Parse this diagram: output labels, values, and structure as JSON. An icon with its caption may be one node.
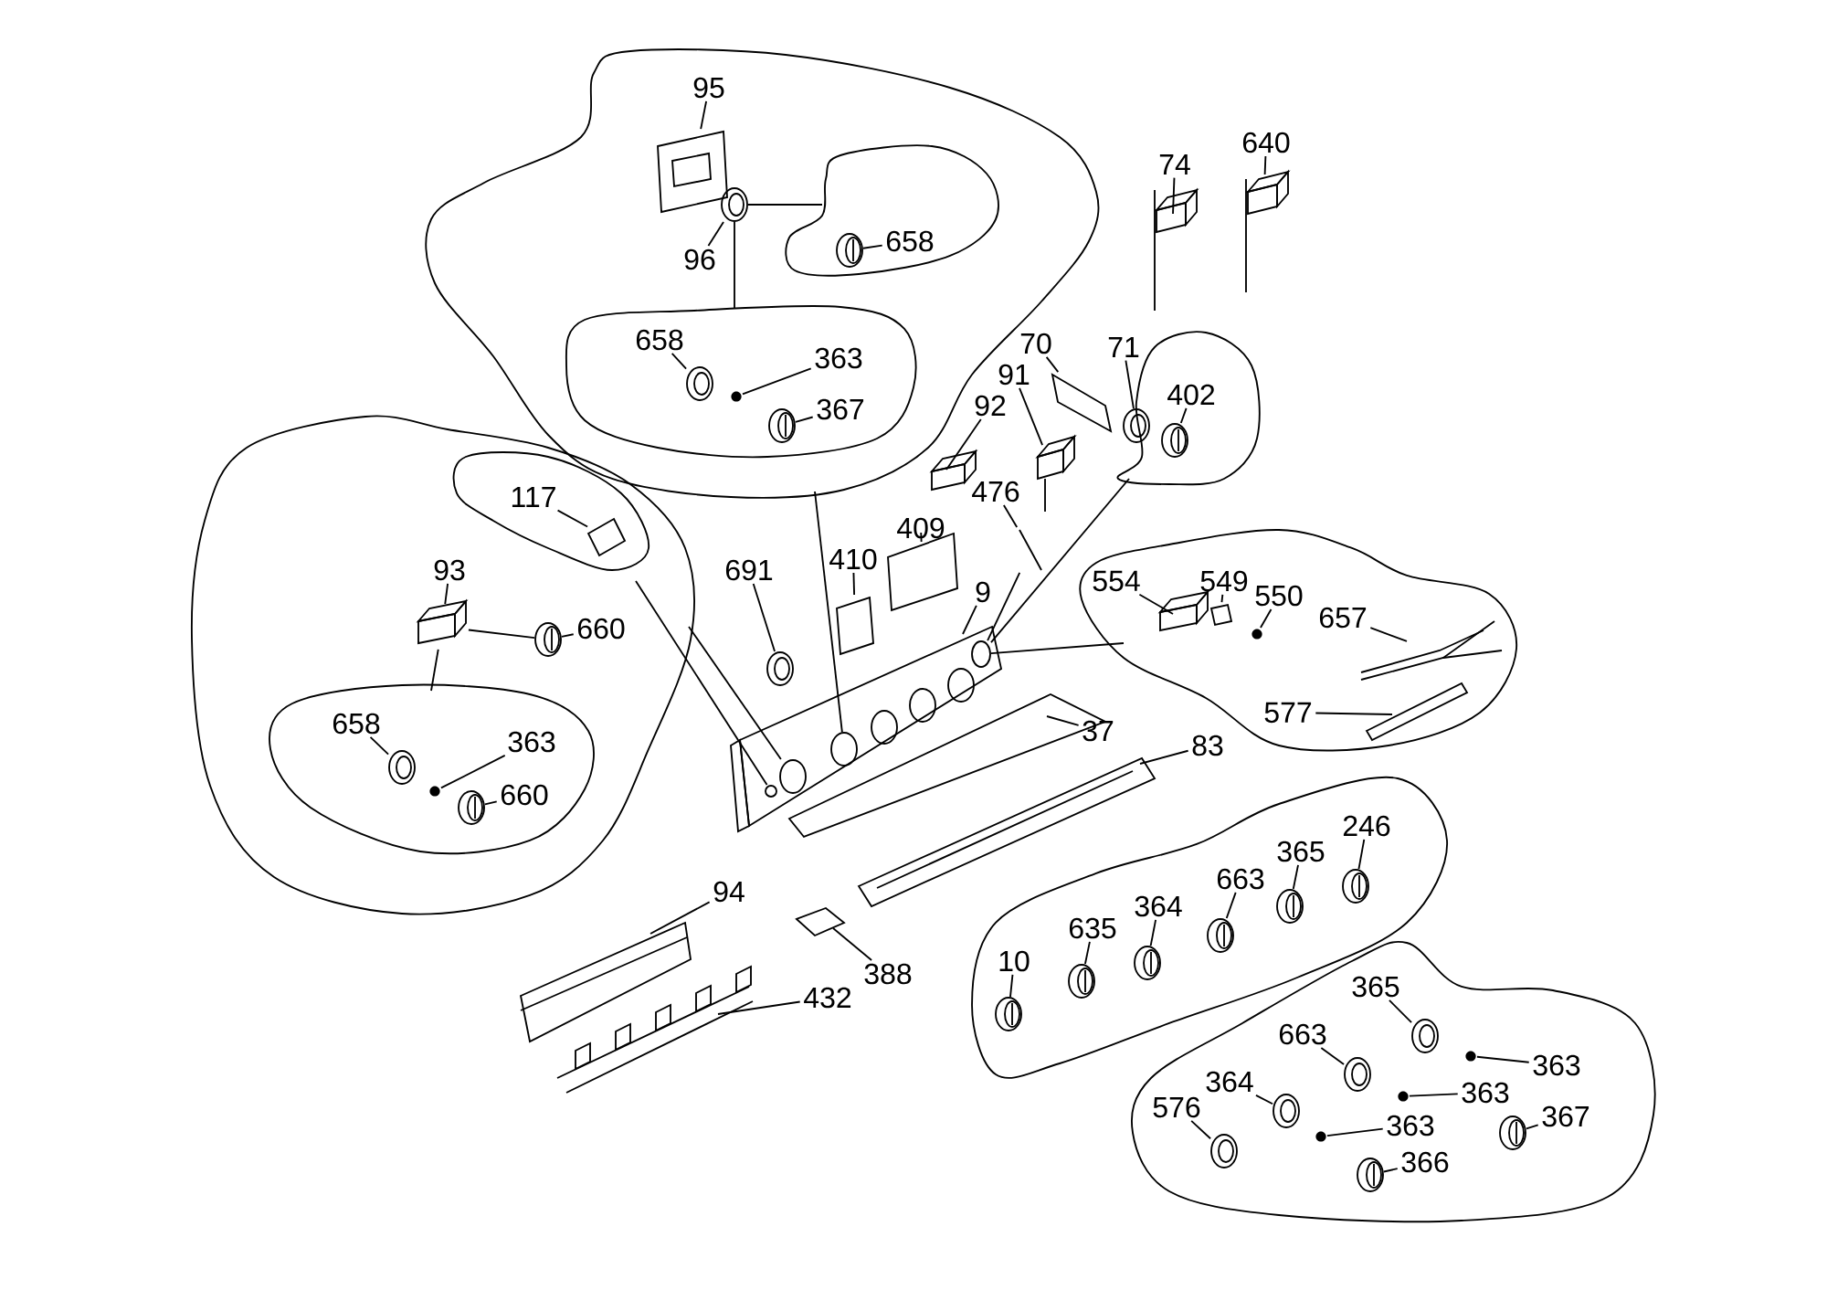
{
  "diagram": {
    "nodes": [
      {
        "text": [],
        "shape": "cloud"
      },
      {
        "text": [
          "95"
        ],
        "in": 0
      },
      {
        "text": [
          "96"
        ],
        "in": 0
      },
      {
        "text": [],
        "shape": "cloud",
        "in": 0
      },
      {
        "text": [
          "658"
        ],
        "in": 3
      },
      {
        "text": [],
        "shape": "cloud",
        "in": 0
      },
      {
        "text": [
          "658"
        ],
        "in": 5
      },
      {
        "text": [
          "363"
        ],
        "in": 5
      },
      {
        "text": [
          "367"
        ],
        "in": 5
      },
      {
        "text": [],
        "shape": "cloud"
      },
      {
        "text": [],
        "shape": "cloud",
        "in": 9
      },
      {
        "text": [
          "117"
        ],
        "in": 10
      },
      {
        "text": [
          "93"
        ],
        "in": 9
      },
      {
        "text": [
          "660"
        ],
        "in": 9
      },
      {
        "text": [],
        "shape": "cloud",
        "in": 9
      },
      {
        "text": [
          "658"
        ],
        "in": 14
      },
      {
        "text": [
          "363"
        ],
        "in": 14
      },
      {
        "text": [
          "660"
        ],
        "in": 14
      },
      {
        "text": [
          "691"
        ]
      },
      {
        "text": [
          "410"
        ]
      },
      {
        "text": [
          "409"
        ]
      },
      {
        "text": [
          "9"
        ]
      },
      {
        "text": [
          "92"
        ]
      },
      {
        "text": [
          "91"
        ]
      },
      {
        "text": [
          "70"
        ]
      },
      {
        "text": [
          "71"
        ]
      },
      {
        "text": [],
        "shape": "cloud"
      },
      {
        "text": [
          "402"
        ],
        "in": 26
      },
      {
        "text": [
          "74"
        ]
      },
      {
        "text": [
          "640"
        ]
      },
      {
        "text": [
          "476"
        ]
      },
      {
        "text": [],
        "shape": "cloud"
      },
      {
        "text": [
          "554"
        ],
        "in": 31
      },
      {
        "text": [
          "549"
        ],
        "in": 31
      },
      {
        "text": [
          "550"
        ],
        "in": 31
      },
      {
        "text": [
          "657"
        ],
        "in": 31
      },
      {
        "text": [
          "577"
        ],
        "in": 31
      },
      {
        "text": [
          "37"
        ]
      },
      {
        "text": [
          "83"
        ]
      },
      {
        "text": [
          "94"
        ]
      },
      {
        "text": [
          "388"
        ]
      },
      {
        "text": [
          "432"
        ]
      },
      {
        "text": [],
        "shape": "cloud"
      },
      {
        "text": [
          "10"
        ],
        "in": 42
      },
      {
        "text": [
          "635"
        ],
        "in": 42
      },
      {
        "text": [
          "364"
        ],
        "in": 42
      },
      {
        "text": [
          "663"
        ],
        "in": 42
      },
      {
        "text": [
          "365"
        ],
        "in": 42
      },
      {
        "text": [
          "246"
        ],
        "in": 42
      },
      {
        "text": [],
        "shape": "cloud"
      },
      {
        "text": [
          "365"
        ],
        "in": 49
      },
      {
        "text": [
          "663"
        ],
        "in": 49
      },
      {
        "text": [
          "363"
        ],
        "in": 49
      },
      {
        "text": [
          "364"
        ],
        "in": 49
      },
      {
        "text": [
          "363"
        ],
        "in": 49
      },
      {
        "text": [
          "576"
        ],
        "in": 49
      },
      {
        "text": [
          "367"
        ],
        "in": 49
      },
      {
        "text": [
          "363"
        ],
        "in": 49
      },
      {
        "text": [
          "366"
        ],
        "in": 49
      },
      {
        "text": [],
        "shape": "picture",
        "in": 0
      },
      {
        "text": [],
        "shape": "picture",
        "in": 0
      },
      {
        "text": [],
        "shape": "picture",
        "in": 3
      },
      {
        "text": [],
        "shape": "picture",
        "in": 5
      },
      {
        "text": [],
        "shape": "picture",
        "in": 5
      },
      {
        "text": [],
        "shape": "picture",
        "in": 5
      },
      {
        "text": [],
        "shape": "picture",
        "in": 10
      },
      {
        "text": [],
        "shape": "box",
        "in": 9
      },
      {
        "text": [],
        "shape": "picture",
        "in": 9
      },
      {
        "text": [],
        "shape": "picture",
        "in": 14
      },
      {
        "text": [],
        "shape": "picture",
        "in": 14
      },
      {
        "text": [],
        "shape": "picture",
        "in": 14
      },
      {
        "text": [],
        "shape": "picture"
      },
      {
        "text": [],
        "shape": "picture"
      },
      {
        "text": [],
        "shape": "picture"
      },
      {
        "text": [],
        "shape": "picture"
      },
      {
        "text": [],
        "shape": "circle",
        "in": 74
      },
      {
        "text": [],
        "shape": "circle",
        "in": 74
      },
      {
        "text": [],
        "shape": "circle",
        "in": 74
      },
      {
        "text": [],
        "shape": "circle",
        "in": 74
      },
      {
        "text": [],
        "shape": "box"
      },
      {
        "text": [],
        "shape": "picture"
      },
      {
        "text": [],
        "shape": "picture"
      },
      {
        "text": [],
        "shape": "picture"
      },
      {
        "text": [],
        "shape": "picture",
        "in": 26
      },
      {
        "text": [],
        "shape": "picture"
      },
      {
        "text": [],
        "shape": "picture"
      },
      {
        "text": [],
        "shape": "picture"
      },
      {
        "text": [],
        "shape": "box",
        "in": 31
      },
      {
        "text": [],
        "shape": "picture",
        "in": 31
      },
      {
        "text": [],
        "shape": "picture",
        "in": 31
      },
      {
        "text": [],
        "shape": "picture",
        "in": 31
      },
      {
        "text": [],
        "shape": "bar",
        "in": 31
      },
      {
        "text": [],
        "shape": "picture"
      },
      {
        "text": [],
        "shape": "picture"
      },
      {
        "text": [],
        "shape": "picture"
      },
      {
        "text": [],
        "shape": "picture"
      },
      {
        "text": [],
        "shape": "picture"
      },
      {
        "text": [],
        "shape": "picture",
        "in": 42
      },
      {
        "text": [],
        "shape": "picture",
        "in": 42
      },
      {
        "text": [],
        "shape": "picture",
        "in": 42
      },
      {
        "text": [],
        "shape": "picture",
        "in": 42
      },
      {
        "text": [],
        "shape": "picture",
        "in": 42
      },
      {
        "text": [],
        "shape": "picture",
        "in": 42
      },
      {
        "text": [],
        "shape": "picture",
        "in": 49
      },
      {
        "text": [],
        "shape": "picture",
        "in": 49
      },
      {
        "text": [],
        "shape": "picture",
        "in": 49
      },
      {
        "text": [],
        "shape": "picture",
        "in": 49
      },
      {
        "text": [],
        "shape": "picture",
        "in": 49
      },
      {
        "text": [],
        "shape": "picture",
        "in": 49
      },
      {
        "text": [],
        "shape": "picture",
        "in": 49
      },
      {
        "text": [],
        "shape": "picture",
        "in": 49
      },
      {
        "text": [],
        "shape": "picture",
        "in": 49
      },
      {
        "text": [],
        "shape": "circle",
        "in": 74
      },
      {
        "text": [],
        "shape": "circle",
        "in": 74
      },
      {
        "text": [],
        "shape": "circle",
        "in": 74
      }
    ],
    "edges": [
      {
        "from": 1,
        "to": 59,
        "arrow": "none"
      },
      {
        "from": 2,
        "to": 60,
        "arrow": "none"
      },
      {
        "from": 4,
        "to": 61,
        "arrow": "none"
      },
      {
        "from": 6,
        "to": 62,
        "arrow": "none"
      },
      {
        "from": 7,
        "to": 63,
        "arrow": "none"
      },
      {
        "from": 8,
        "to": 64,
        "arrow": "none"
      },
      {
        "from": 11,
        "to": 65,
        "arrow": "none"
      },
      {
        "from": 12,
        "to": 66,
        "arrow": "none"
      },
      {
        "from": 13,
        "to": 67,
        "arrow": "none"
      },
      {
        "from": 15,
        "to": 68,
        "arrow": "none"
      },
      {
        "from": 16,
        "to": 69,
        "arrow": "none"
      },
      {
        "from": 17,
        "to": 70,
        "arrow": "none"
      },
      {
        "from": 18,
        "to": 71,
        "arrow": "none"
      },
      {
        "from": 19,
        "to": 72,
        "arrow": "none"
      },
      {
        "from": 20,
        "to": 73,
        "arrow": "none"
      },
      {
        "from": 21,
        "to": 74,
        "arrow": "none"
      },
      {
        "from": 22,
        "to": 79,
        "arrow": "none"
      },
      {
        "from": 23,
        "to": 80,
        "arrow": "none"
      },
      {
        "from": 24,
        "to": 81,
        "arrow": "none"
      },
      {
        "from": 25,
        "to": 82,
        "arrow": "none"
      },
      {
        "from": 27,
        "to": 83,
        "arrow": "none"
      },
      {
        "from": 28,
        "to": 84,
        "arrow": "none"
      },
      {
        "from": 29,
        "to": 85,
        "arrow": "none"
      },
      {
        "from": 30,
        "to": 86,
        "arrow": "none"
      },
      {
        "from": 32,
        "to": 87,
        "arrow": "none"
      },
      {
        "from": 33,
        "to": 88,
        "arrow": "none"
      },
      {
        "from": 34,
        "to": 89,
        "arrow": "none"
      },
      {
        "from": 35,
        "to": 90,
        "arrow": "none"
      },
      {
        "from": 36,
        "to": 91,
        "arrow": "none"
      },
      {
        "from": 37,
        "to": 92,
        "arrow": "none"
      },
      {
        "from": 38,
        "to": 93,
        "arrow": "none"
      },
      {
        "from": 39,
        "to": 94,
        "arrow": "none"
      },
      {
        "from": 40,
        "to": 95,
        "arrow": "none"
      },
      {
        "from": 41,
        "to": 96,
        "arrow": "none"
      },
      {
        "from": 43,
        "to": 97,
        "arrow": "none"
      },
      {
        "from": 44,
        "to": 98,
        "arrow": "none"
      },
      {
        "from": 45,
        "to": 99,
        "arrow": "none"
      },
      {
        "from": 46,
        "to": 100,
        "arrow": "none"
      },
      {
        "from": 47,
        "to": 101,
        "arrow": "none"
      },
      {
        "from": 48,
        "to": 102,
        "arrow": "none"
      },
      {
        "from": 50,
        "to": 103,
        "arrow": "none"
      },
      {
        "from": 51,
        "to": 104,
        "arrow": "none"
      },
      {
        "from": 52,
        "to": 105,
        "arrow": "none"
      },
      {
        "from": 53,
        "to": 106,
        "arrow": "none"
      },
      {
        "from": 54,
        "to": 107,
        "arrow": "none"
      },
      {
        "from": 55,
        "to": 108,
        "arrow": "none"
      },
      {
        "from": 56,
        "to": 109,
        "arrow": "none"
      },
      {
        "from": 57,
        "to": 110,
        "arrow": "none"
      },
      {
        "from": 58,
        "to": 111,
        "arrow": "none"
      },
      {
        "from": 3,
        "to": 60,
        "arrow": "none"
      },
      {
        "from": 5,
        "to": 60,
        "arrow": "none"
      },
      {
        "from": 0,
        "to": 77,
        "arrow": "none"
      },
      {
        "from": 10,
        "to": 75,
        "arrow": "none"
      },
      {
        "from": 9,
        "to": 76,
        "arrow": "none"
      },
      {
        "from": 14,
        "to": 66,
        "arrow": "none"
      },
      {
        "from": 66,
        "to": 67,
        "arrow": "none"
      },
      {
        "from": 26,
        "to": 78,
        "arrow": "none"
      },
      {
        "from": 31,
        "to": 78,
        "arrow": "none"
      },
      {
        "from": 86,
        "to": 78,
        "arrow": "none"
      }
    ]
  }
}
